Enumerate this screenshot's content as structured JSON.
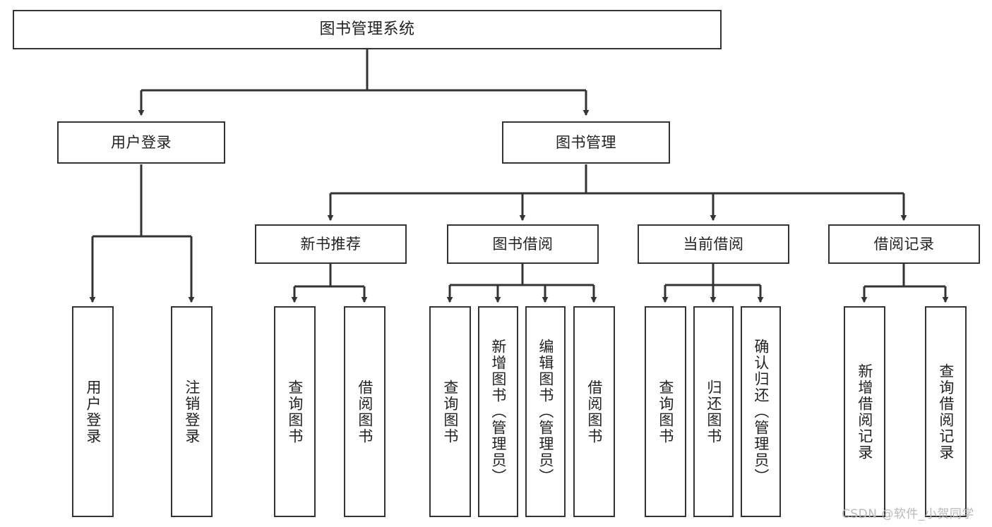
{
  "diagram": {
    "title": "图书管理系统",
    "type": "tree-hierarchy",
    "background_color": "#ffffff",
    "line_color": "#333333",
    "box_border_color": "#333333",
    "box_fill_color": "#ffffff",
    "watermark": "CSDN @软件_小贺同学"
  },
  "nodes": {
    "root": {
      "label": "图书管理系统"
    },
    "level2": [
      {
        "id": "user-login",
        "label": "用户登录"
      },
      {
        "id": "book-management",
        "label": "图书管理"
      }
    ],
    "level3": [
      {
        "id": "new-book-recommend",
        "label": "新书推荐"
      },
      {
        "id": "book-borrow",
        "label": "图书借阅"
      },
      {
        "id": "current-borrow",
        "label": "当前借阅"
      },
      {
        "id": "borrow-record",
        "label": "借阅记录"
      }
    ],
    "leaves": {
      "user_login": [
        {
          "id": "leaf-user-login",
          "label": "用户登录"
        },
        {
          "id": "leaf-logout",
          "label": "注销登录"
        }
      ],
      "new_book_recommend": [
        {
          "id": "leaf-query-book-1",
          "label": "查询图书"
        },
        {
          "id": "leaf-borrow-book-1",
          "label": "借阅图书"
        }
      ],
      "book_borrow": [
        {
          "id": "leaf-query-book-2",
          "label": "查询图书"
        },
        {
          "id": "leaf-add-book",
          "label": "新增图书（管理员）"
        },
        {
          "id": "leaf-edit-book",
          "label": "编辑图书（管理员）"
        },
        {
          "id": "leaf-borrow-book-2",
          "label": "借阅图书"
        }
      ],
      "current_borrow": [
        {
          "id": "leaf-query-book-3",
          "label": "查询图书"
        },
        {
          "id": "leaf-return-book",
          "label": "归还图书"
        },
        {
          "id": "leaf-confirm-return",
          "label": "确认归还（管理员）"
        }
      ],
      "borrow_record": [
        {
          "id": "leaf-add-record",
          "label": "新增借阅记录"
        },
        {
          "id": "leaf-query-record",
          "label": "查询借阅记录"
        }
      ]
    }
  }
}
